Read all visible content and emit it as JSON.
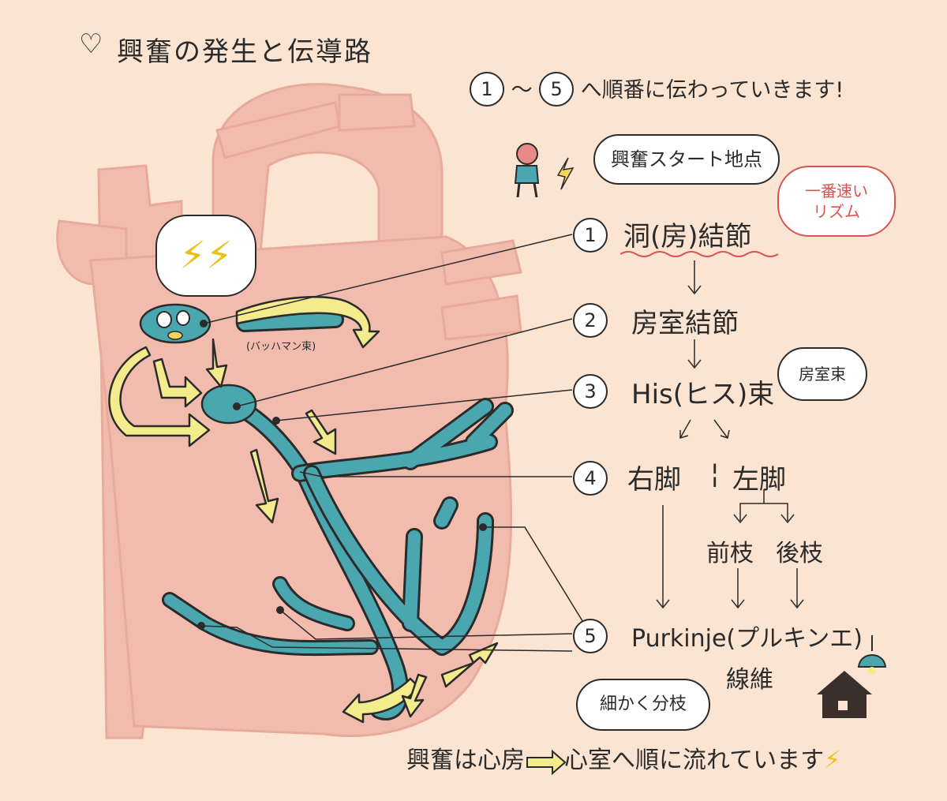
{
  "title": "興奮の発生と伝導路",
  "intro": {
    "from": "1",
    "to": "5",
    "text": "へ順番に伝わっていきます!"
  },
  "start_bubble": "興奮スタート地点",
  "fast_bubble": {
    "line1": "一番速い",
    "line2": "リズム"
  },
  "steps": [
    {
      "num": "1",
      "label": "洞(房)結節"
    },
    {
      "num": "2",
      "label": "房室結節"
    },
    {
      "num": "3",
      "label": "His(ヒス)束"
    },
    {
      "num": "4",
      "label_right": "右脚",
      "divider": "¦",
      "label_left": "左脚"
    },
    {
      "num": "5",
      "label": "Purkinje(プルキンエ)",
      "label2": "線維"
    }
  ],
  "branches": {
    "anterior": "前枝",
    "posterior": "後枝"
  },
  "bundle_bubble": "房室束",
  "branch_bubble": "細かく分枝",
  "bachmann_label": "(バッハマン束)",
  "flash_bubble": "⚡⚡",
  "footer": {
    "part1": "興奮は心房",
    "part2": "心室へ順に流れています"
  },
  "colors": {
    "background": "#fbe4d2",
    "heart": "#f0b8ab",
    "conduction": "#4aa7b0",
    "arrow": "#f4ec8c",
    "accent_red": "#d9534f"
  }
}
